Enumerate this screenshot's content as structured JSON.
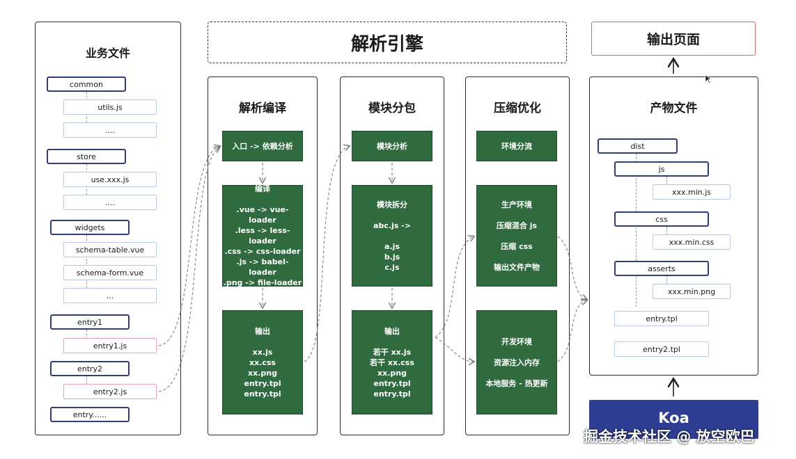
{
  "engine_title": "解析引擎",
  "output_page_title": "输出页面",
  "koa_label": "Koa",
  "watermark": "掘金技术社区 @ 放空欧巴",
  "business": {
    "title": "业务文件",
    "items": {
      "common": "common",
      "utils": "utils.js",
      "dots1": "....",
      "store": "store",
      "usexxx": "use.xxx.js",
      "dots2": "....",
      "widgets": "widgets",
      "schema_table": "schema-table.vue",
      "schema_form": "schema-form.vue",
      "dots3": "...",
      "entry1": "entry1",
      "entry1_js": "entry1.js",
      "entry2": "entry2",
      "entry2_js": "entry2.js",
      "entry_more": "entry......"
    }
  },
  "compile": {
    "title": "解析编译",
    "box1": "入口 -> 依赖分析",
    "box2": [
      "编译",
      "",
      ".vue -> vue-loader",
      ".less -> less-loader",
      ".css -> css-loader",
      ".js -> babel-loader",
      ".png -> file-loader"
    ],
    "box3": [
      "输出",
      "",
      "xx.js",
      "xx.css",
      "xx.png",
      "entry.tpl",
      "entry.tpl"
    ]
  },
  "module": {
    "title": "模块分包",
    "box1": "模块分析",
    "box2": [
      "模块拆分",
      "",
      "abc.js ->",
      "",
      "a.js",
      "b.js",
      "c.js"
    ],
    "box3": [
      "输出",
      "",
      "若干 xx.js",
      "若干 xx.css",
      "xx.png",
      "entry.tpl",
      "entry.tpl"
    ]
  },
  "optimize": {
    "title": "压缩优化",
    "box1": "环境分流",
    "box2": [
      "生产环境",
      "",
      "压缩混合  js",
      "",
      "压缩 css",
      "",
      "输出文件产物"
    ],
    "box3": [
      "开发环境",
      "",
      "资源注入内存",
      "",
      "本地服务 - 热更新"
    ]
  },
  "artifacts": {
    "title": "产物文件",
    "dist": "dist",
    "js": "js",
    "js_file": "xxx.min.js",
    "css": "css",
    "css_file": "xxx.min.css",
    "asserts": "asserts",
    "asserts_file": "xxx.min.png",
    "entry_tpl": "entry.tpl",
    "entry2_tpl": "entry2.tpl"
  }
}
